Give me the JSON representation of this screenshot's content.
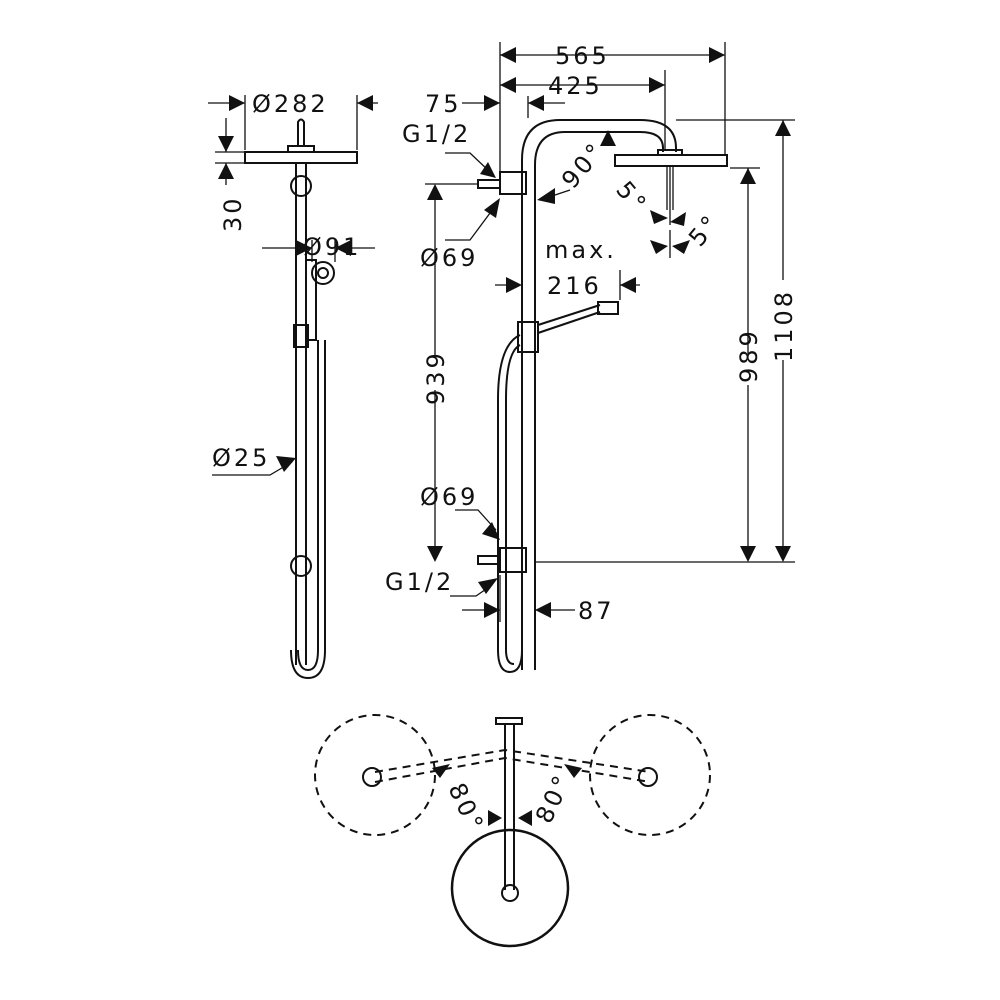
{
  "labels": {
    "diameter_head": "Ø282",
    "head_height": "30",
    "diameter_handshower": "Ø91",
    "diameter_rail": "Ø25",
    "width_total": "565",
    "width_arm": "425",
    "offset_75": "75",
    "thread_top": "G1/2",
    "angle_90": "90°",
    "tilt_5a": "5°",
    "tilt_5b": "5°",
    "diameter_rosette_top": "Ø69",
    "max_label": "max.",
    "max_216": "216",
    "height_939": "939",
    "height_989": "989",
    "height_1108": "1108",
    "diameter_rosette_bottom": "Ø69",
    "thread_bottom": "G1/2",
    "depth_87": "87",
    "swivel_left": "80°",
    "swivel_right": "80°"
  }
}
